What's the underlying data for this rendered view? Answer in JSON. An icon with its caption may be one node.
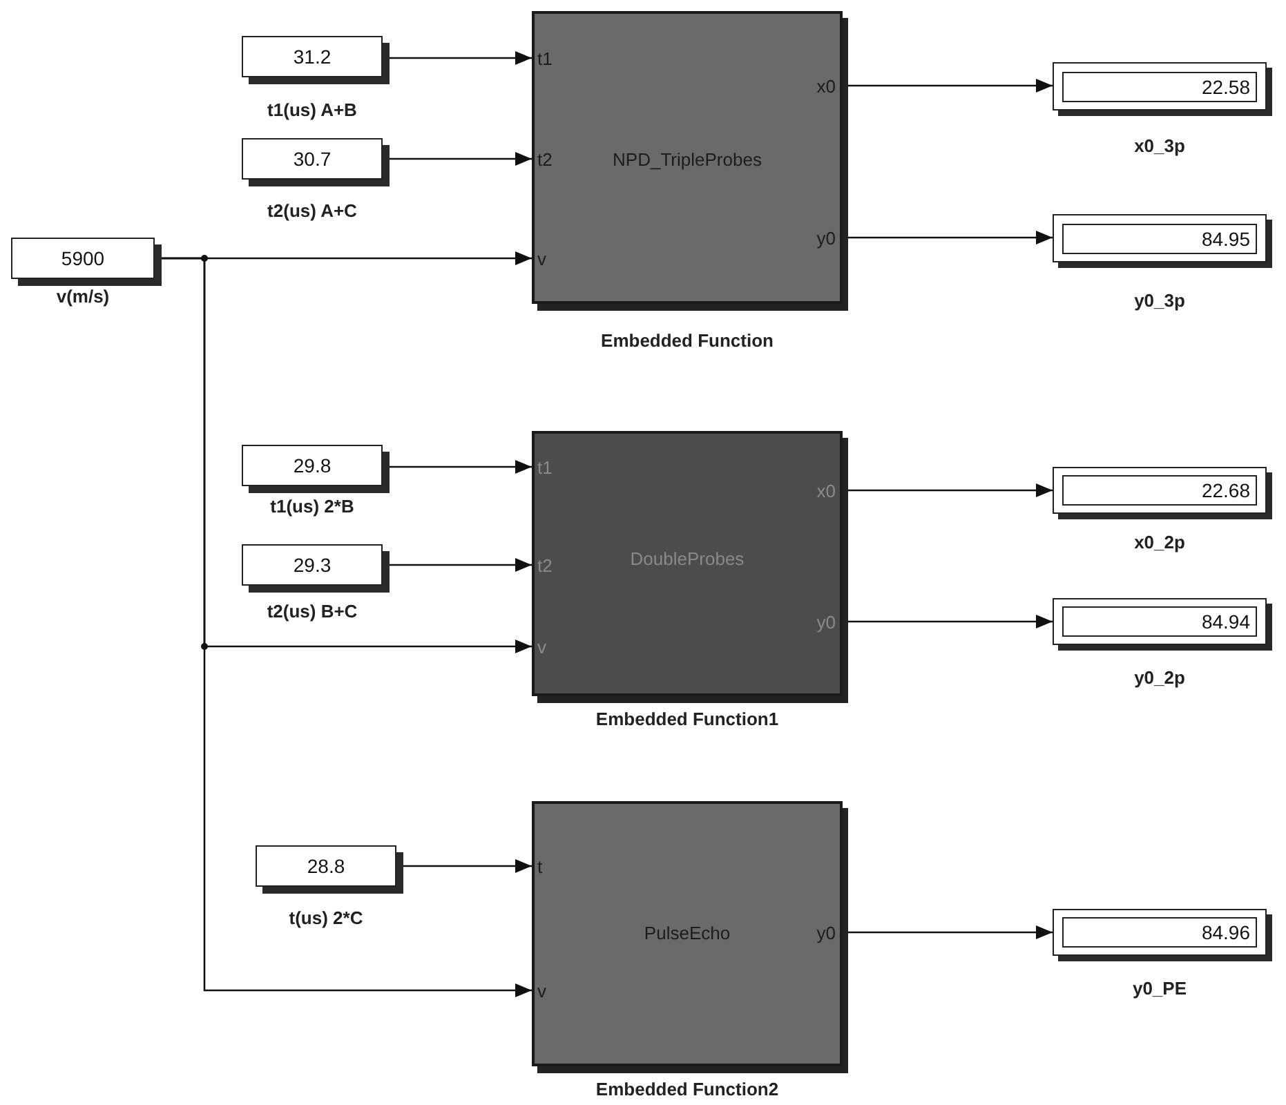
{
  "diagram": {
    "nodes": [
      {
        "text": [
          "5900"
        ],
        "beside": [
          "v(m/s)"
        ]
      },
      {
        "text": [
          "31.2"
        ],
        "beside": [
          "t1(us) A+B"
        ]
      },
      {
        "text": [
          "30.7"
        ],
        "beside": [
          "t2(us) A+C"
        ]
      },
      {
        "text": [
          "t1",
          "t2",
          "v",
          "NPD_TripleProbes",
          "x0",
          "y0"
        ],
        "beside": [
          "Embedded Function"
        ]
      },
      {
        "text": [
          "22.58"
        ],
        "beside": [
          "x0_3p"
        ]
      },
      {
        "text": [
          "84.95"
        ],
        "beside": [
          "y0_3p"
        ]
      },
      {
        "text": [
          "29.8"
        ],
        "beside": [
          "t1(us) 2*B"
        ]
      },
      {
        "text": [
          "29.3"
        ],
        "beside": [
          "t2(us) B+C"
        ]
      },
      {
        "text": [
          "t1",
          "t2",
          "v",
          "DoubleProbes",
          "x0",
          "y0"
        ],
        "beside": [
          "Embedded Function1"
        ]
      },
      {
        "text": [
          "22.68"
        ],
        "beside": [
          "x0_2p"
        ]
      },
      {
        "text": [
          "84.94"
        ],
        "beside": [
          "y0_2p"
        ]
      },
      {
        "text": [
          "28.8"
        ],
        "beside": [
          "t(us) 2*C"
        ]
      },
      {
        "text": [
          "t",
          "v",
          "PulseEcho",
          "y0"
        ],
        "beside": [
          "Embedded Function2"
        ]
      },
      {
        "text": [
          "84.96"
        ],
        "beside": [
          "y0_PE"
        ]
      }
    ],
    "edges": [
      {
        "from": 1,
        "to": 3,
        "arrow": "to"
      },
      {
        "from": 2,
        "to": 3,
        "arrow": "to"
      },
      {
        "from": 0,
        "to": 3,
        "arrow": "to"
      },
      {
        "from": 3,
        "to": 4,
        "arrow": "to"
      },
      {
        "from": 3,
        "to": 5,
        "arrow": "to"
      },
      {
        "from": 6,
        "to": 8,
        "arrow": "to"
      },
      {
        "from": 7,
        "to": 8,
        "arrow": "to"
      },
      {
        "from": 0,
        "to": 8,
        "arrow": "to"
      },
      {
        "from": 8,
        "to": 9,
        "arrow": "to"
      },
      {
        "from": 8,
        "to": 10,
        "arrow": "to"
      },
      {
        "from": 11,
        "to": 12,
        "arrow": "to"
      },
      {
        "from": 0,
        "to": 12,
        "arrow": "to"
      },
      {
        "from": 12,
        "to": 13,
        "arrow": "to"
      }
    ]
  }
}
